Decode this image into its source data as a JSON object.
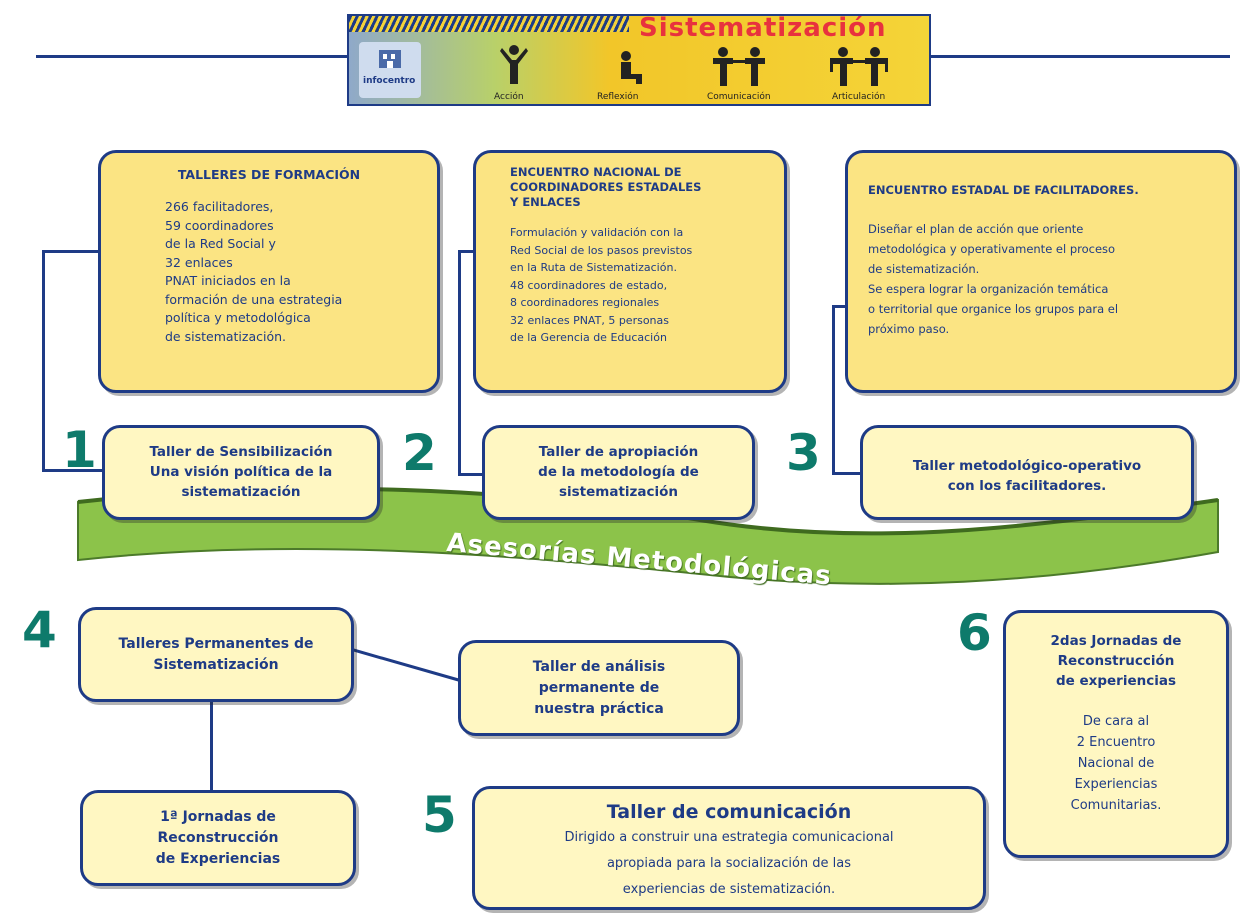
{
  "header": {
    "title": "Sistematización",
    "logo_text": "infocentro",
    "labels": [
      "Acción",
      "Reflexión",
      "Comunicación",
      "Articulación"
    ]
  },
  "info_boxes": [
    {
      "title": "TALLERES DE FORMACIÓN",
      "lines": [
        "266 facilitadores,",
        "59 coordinadores",
        "de  la Red Social y",
        "32 enlaces",
        "PNAT iniciados en la",
        "formación de una estrategia",
        "política y metodológica",
        "de sistematización."
      ]
    },
    {
      "title_lines": [
        "ENCUENTRO NACIONAL DE",
        "COORDINADORES ESTADALES",
        "Y ENLACES"
      ],
      "lines": [
        "Formulación y validación con la",
        "Red Social de los pasos previstos",
        "en la Ruta de Sistematización.",
        "48 coordinadores de estado,",
        "8 coordinadores regionales",
        "32 enlaces PNAT, 5 personas",
        "de la Gerencia de Educación"
      ]
    },
    {
      "title": "ENCUENTRO ESTADAL DE FACILITADORES.",
      "lines": [
        "Diseñar el plan de acción que oriente",
        "metodológica  y operativamente el proceso",
        "de sistematización.",
        "Se espera lograr la organización temática",
        "o territorial que organice los grupos para el",
        "próximo paso."
      ]
    }
  ],
  "steps": [
    {
      "number": "1",
      "lines": [
        "Taller de Sensibilización",
        "Una visión política de la",
        "sistematización"
      ]
    },
    {
      "number": "2",
      "lines": [
        "Taller de apropiación",
        "de la metodología de",
        "sistematización"
      ]
    },
    {
      "number": "3",
      "lines": [
        "Taller metodológico-operativo",
        "con los facilitadores."
      ]
    },
    {
      "number": "4",
      "lines": [
        "Talleres Permanentes de",
        "Sistematización"
      ]
    },
    {
      "number": "5",
      "title": "Taller de comunicación",
      "lines": [
        "Dirigido a construir una estrategia comunicacional",
        "apropiada para la socialización de las",
        "experiencias de sistematización."
      ]
    },
    {
      "number": "6",
      "lines": [
        "2das Jornadas de",
        "Reconstrucción",
        "de experiencias"
      ],
      "sub_lines": [
        "De cara al",
        "2 Encuentro",
        "Nacional de",
        "Experiencias",
        "Comunitarias."
      ]
    }
  ],
  "sub_boxes": [
    {
      "lines": [
        "Taller de análisis",
        "permanente de",
        "nuestra práctica"
      ]
    },
    {
      "lines": [
        "1ª Jornadas de",
        "Reconstrucción",
        "de Experiencias"
      ]
    }
  ],
  "banner": {
    "text": "Asesorías Metodológicas",
    "color": "#8cc34a"
  },
  "colors": {
    "box_fill": "#fbe483",
    "border": "#1e3b86",
    "number": "#0e7a6b"
  }
}
